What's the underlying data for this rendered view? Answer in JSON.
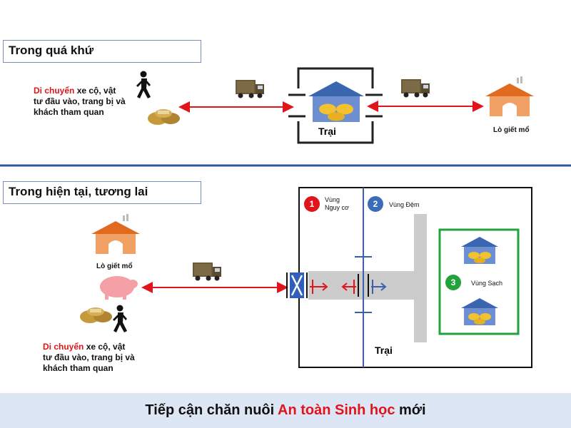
{
  "past": {
    "title": "Trong quá khứ",
    "desc_highlight": "Di chuyển",
    "desc_rest": " xe cộ, vật tư đầu vào, trang bị và khách tham quan",
    "farm_label": "Trại",
    "slaughter_label": "Lò giết mổ"
  },
  "present": {
    "title": "Trong hiện tại, tương lai",
    "slaughter_label": "Lò giết mổ",
    "desc_highlight": "Di chuyển",
    "desc_rest": " xe cộ, vật tư đầu vào, trang bị và khách tham quan",
    "farm_label": "Trại",
    "zones": [
      {
        "number": "1",
        "label": "Vùng Nguy cơ",
        "color": "#e0141a"
      },
      {
        "number": "2",
        "label": "Vùng Đệm",
        "color": "#3b6cb7"
      },
      {
        "number": "3",
        "label": "Vùng Sạch",
        "color": "#22a23a"
      }
    ]
  },
  "banner": {
    "prefix": "Tiếp cận chăn nuôi ",
    "highlight": "An toàn Sinh học",
    "suffix": " mới"
  },
  "colors": {
    "arrow_red": "#e0141a",
    "zone_line_blue": "#3b5fa8",
    "clean_green": "#22a23a",
    "buffer_gray": "#cccccc",
    "house_orange": "#e58a3c"
  }
}
